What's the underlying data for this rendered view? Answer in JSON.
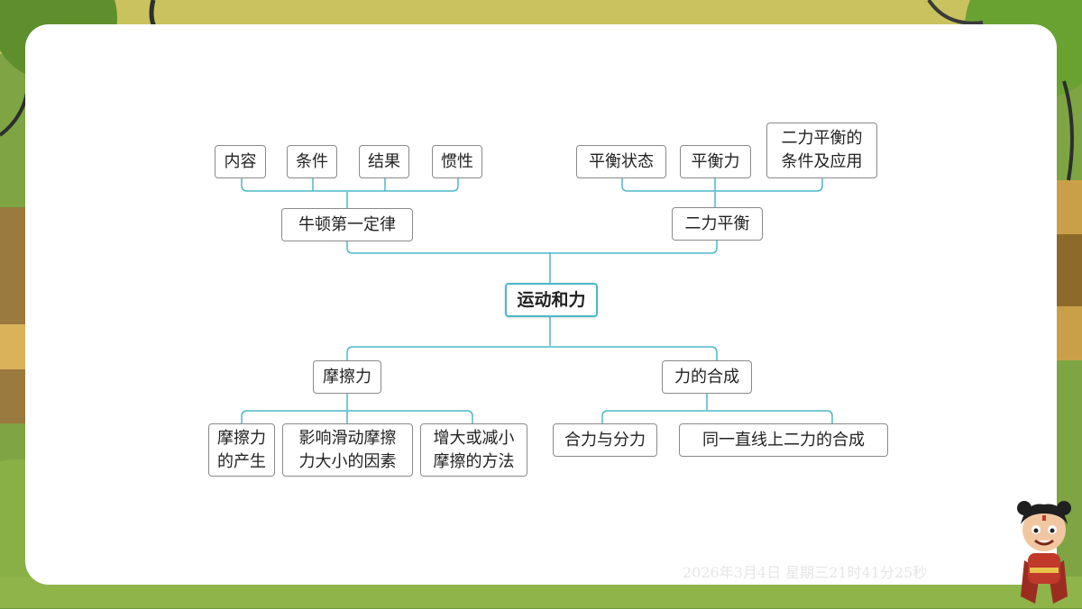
{
  "diagram": {
    "root": "运动和力",
    "branches": {
      "newton": {
        "label": "牛顿第一定律",
        "children": [
          "内容",
          "条件",
          "结果",
          "惯性"
        ]
      },
      "balance": {
        "label": "二力平衡",
        "children": [
          "平衡状态",
          "平衡力",
          "二力平衡的\n条件及应用"
        ]
      },
      "friction": {
        "label": "摩擦力",
        "children": [
          "摩擦力\n的产生",
          "影响滑动摩擦\n力大小的因素",
          "增大或减小\n摩擦的方法"
        ]
      },
      "composition": {
        "label": "力的合成",
        "children": [
          "合力与分力",
          "同一直线上二力的合成"
        ]
      }
    }
  },
  "footer": {
    "timestamp": "2026年3月4日 星期三21时41分25秒"
  },
  "colors": {
    "connector": "#4ab8c8",
    "panel": "#ffffff",
    "background": "#6f9a3a"
  }
}
